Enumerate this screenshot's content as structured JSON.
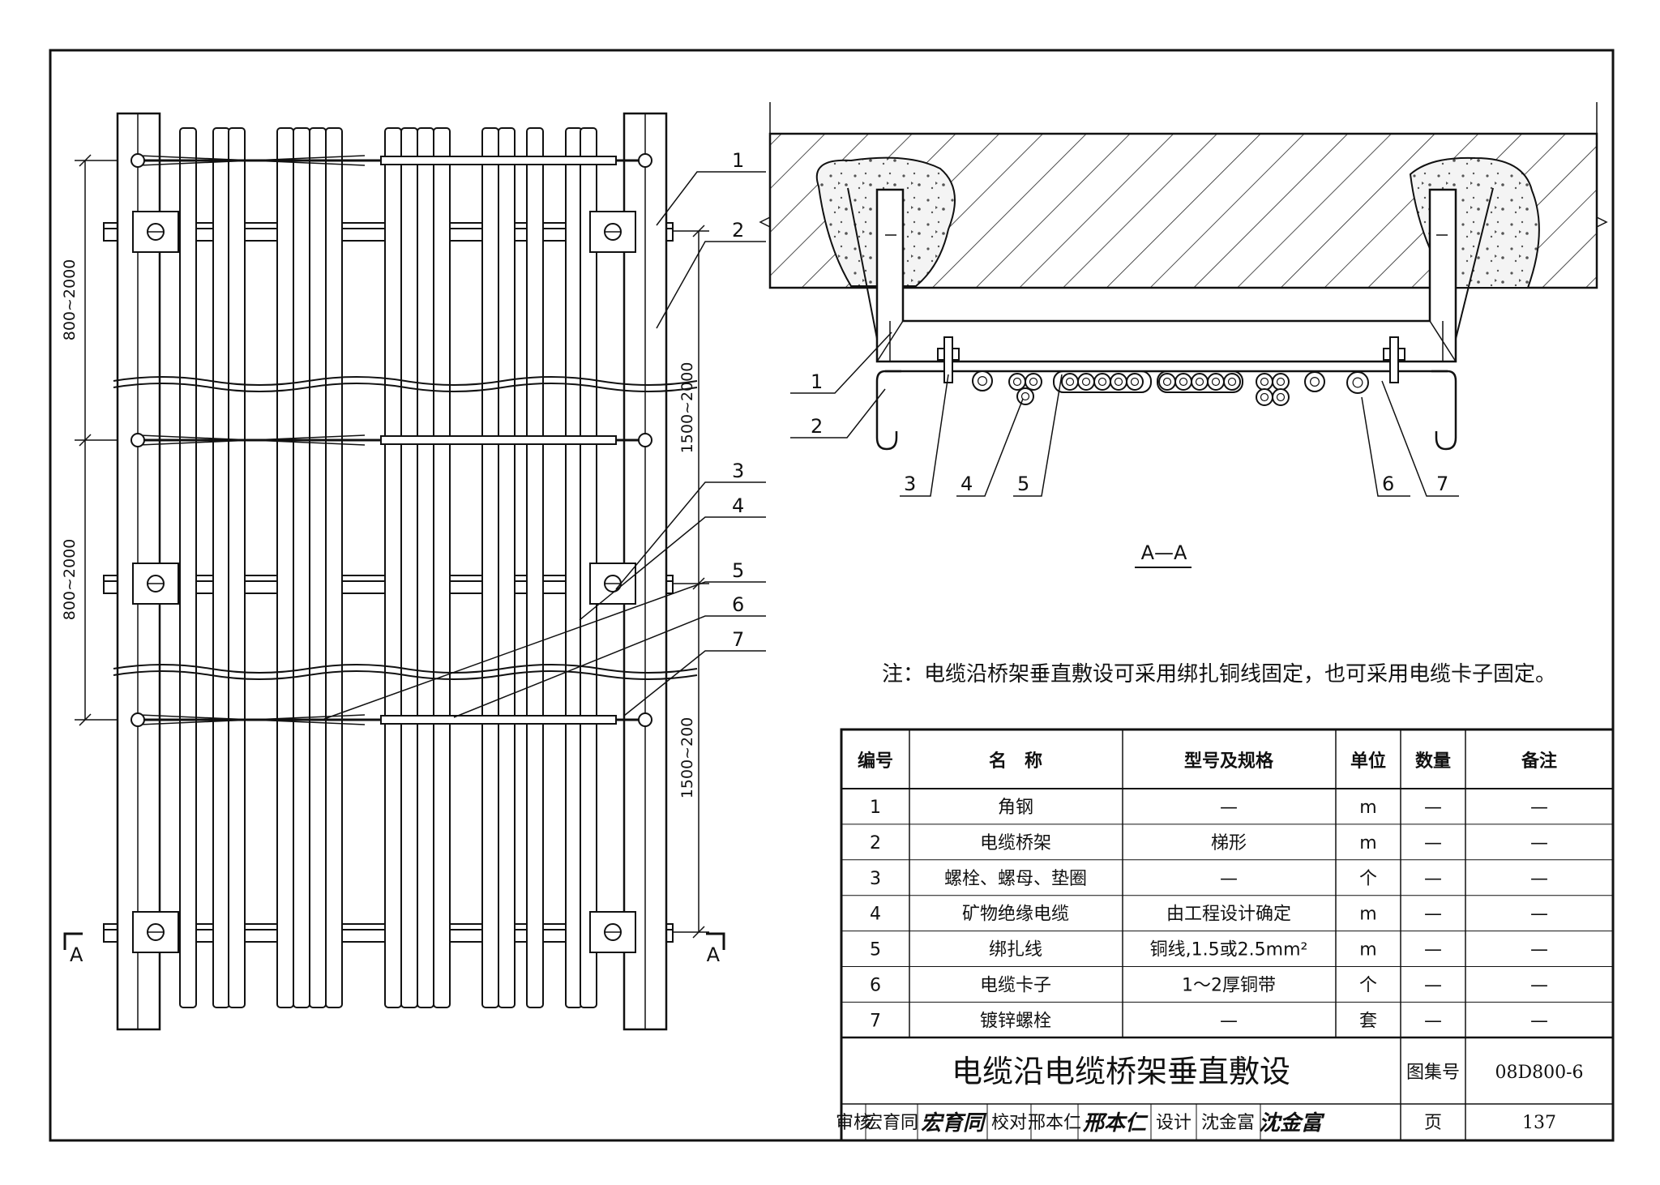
{
  "labels": {
    "callouts": [
      "1",
      "2",
      "3",
      "4",
      "5",
      "6",
      "7"
    ],
    "dim_800_2000": "800~2000",
    "dim_1500_2000": "1500~2000",
    "dim_1500_200": "1500~200",
    "section_mark": "A",
    "section_title": "A—A"
  },
  "note": "注：电缆沿桥架垂直敷设可采用绑扎铜线固定，也可采用电缆卡子固定。",
  "table": {
    "headers": [
      "编号",
      "名　称",
      "型号及规格",
      "单位",
      "数量",
      "备注"
    ],
    "rows": [
      {
        "no": "1",
        "name": "角钢",
        "spec": "—",
        "unit": "m",
        "qty": "—",
        "remark": "—"
      },
      {
        "no": "2",
        "name": "电缆桥架",
        "spec": "梯形",
        "unit": "m",
        "qty": "—",
        "remark": "—"
      },
      {
        "no": "3",
        "name": "螺栓、螺母、垫圈",
        "spec": "—",
        "unit": "个",
        "qty": "—",
        "remark": "—"
      },
      {
        "no": "4",
        "name": "矿物绝缘电缆",
        "spec": "由工程设计确定",
        "unit": "m",
        "qty": "—",
        "remark": "—"
      },
      {
        "no": "5",
        "name": "绑扎线",
        "spec": "铜线,1.5或2.5mm²",
        "unit": "m",
        "qty": "—",
        "remark": "—"
      },
      {
        "no": "6",
        "name": "电缆卡子",
        "spec": "1～2厚铜带",
        "unit": "个",
        "qty": "—",
        "remark": "—"
      },
      {
        "no": "7",
        "name": "镀锌螺栓",
        "spec": "—",
        "unit": "套",
        "qty": "—",
        "remark": "—"
      }
    ]
  },
  "title_block": {
    "title": "电缆沿电缆桥架垂直敷设",
    "atlas_label": "图集号",
    "atlas_no": "08D800-6",
    "page_label": "页",
    "page_no": "137",
    "review_label": "审核",
    "reviewer": "宏育同",
    "reviewer_sig": "宏育同",
    "check_label": "校对",
    "checker": "邢本仁",
    "checker_sig": "邢本仁",
    "design_label": "设计",
    "designer": "沈金富",
    "designer_sig": "沈金富"
  }
}
